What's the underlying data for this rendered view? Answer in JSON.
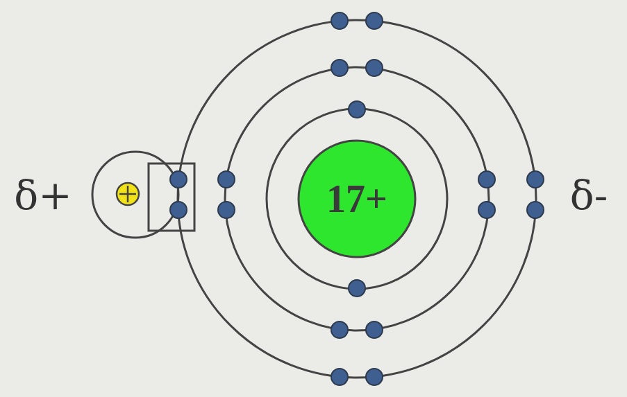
{
  "diagram": {
    "nodes": [
      {
        "text": [
          "17+"
        ]
      }
    ],
    "labels": [
      "δ+",
      "δ-"
    ]
  }
}
